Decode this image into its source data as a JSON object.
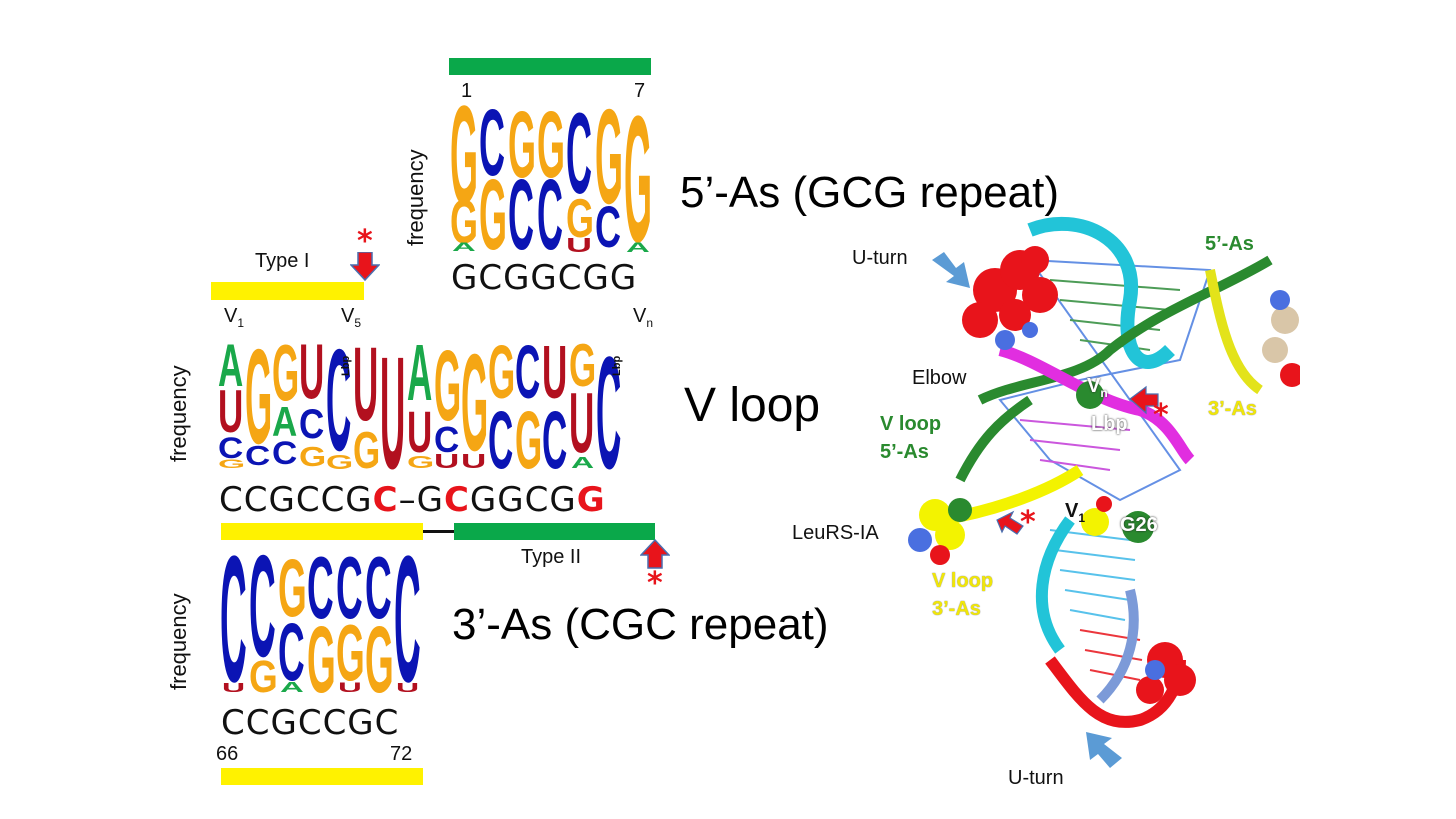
{
  "panel_5as": {
    "top_number_left": "1",
    "top_number_right": "7",
    "freq_label": "frequency",
    "consensus": "GCGGCGG",
    "title": "5’-As (GCG repeat)"
  },
  "panel_vloop": {
    "type1_label": "Type I",
    "type2_label": "Type II",
    "v1": "V",
    "v1_sub": "1",
    "v5": "V",
    "v5_sub": "5",
    "vn": "V",
    "vn_sub": "n",
    "freq_label": "frequency",
    "consensus_left": "CCGCCG",
    "consensus_red1": "C",
    "dash": "–",
    "consensus_mid_g": "G",
    "consensus_red2": "C",
    "consensus_right": "GGCG",
    "consensus_red3": "G",
    "title": "V loop",
    "lbp": "Lbp",
    "star": "*"
  },
  "panel_3as": {
    "freq_label": "frequency",
    "consensus": "CCGCCGC",
    "bottom_number_left": "66",
    "bottom_number_right": "72",
    "title": "3’-As (CGC repeat)"
  },
  "structure": {
    "uturn_top": "U-turn",
    "uturn_bottom": "U-turn",
    "elbow": "Elbow",
    "five_as": "5’-As",
    "three_as": "3’-As",
    "vloop_5as_line1": "V loop",
    "vloop_5as_line2": "5’-As",
    "vloop_3as_line1": "V loop",
    "vloop_3as_line2": "3’-As",
    "leurs": "LeuRS-IA",
    "vn": "V",
    "vn_sub": "n",
    "lbp": "Lbp",
    "v1": "V",
    "v1_sub": "1",
    "g26": "G26",
    "star": "*"
  },
  "colors": {
    "A": "#1aa84a",
    "C": "#0b14b4",
    "G": "#f5a614",
    "U": "#b2101f",
    "green_bar": "#0aa84a",
    "yellow_bar": "#fff200",
    "red": "#e8141b"
  }
}
